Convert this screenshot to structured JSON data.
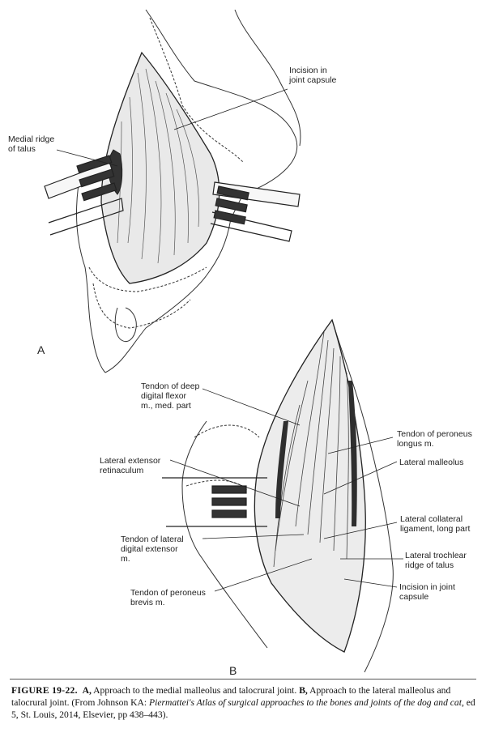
{
  "panel_a": {
    "letter": "A",
    "labels": {
      "incision_joint_capsule": "Incision in\njoint capsule",
      "medial_ridge_talus": "Medial ridge\nof talus"
    }
  },
  "panel_b": {
    "letter": "B",
    "labels": {
      "tendon_deep_digital_flexor": "Tendon of deep\ndigital flexor\nm., med. part",
      "tendon_peroneus_longus": "Tendon of peroneus\nlongus m.",
      "lateral_extensor_retinaculum": "Lateral extensor\nretinaculum",
      "lateral_malleolus": "Lateral malleolus",
      "lateral_collateral_ligament": "Lateral collateral\nligament, long part",
      "tendon_lateral_digital_extensor": "Tendon of lateral\ndigital extensor\nm.",
      "lateral_trochlear_ridge": "Lateral trochlear\nridge of talus",
      "tendon_peroneus_brevis": "Tendon of peroneus\nbrevis m.",
      "incision_joint_capsule": "Incision in joint\ncapsule"
    }
  },
  "caption": {
    "figure_number": "FIGURE 19-22.",
    "a_letter": "A,",
    "a_text": " Approach to the medial malleolus and talocrural joint. ",
    "b_letter": "B,",
    "b_text": " Approach to the lateral malleolus and talocrural joint. (From Johnson KA: ",
    "book_title": "Piermattei's Atlas of surgical approaches to the bones and joints of the dog and cat",
    "citation_tail": ", ed 5, St. Louis, 2014, Elsevier, pp 438–443)."
  }
}
